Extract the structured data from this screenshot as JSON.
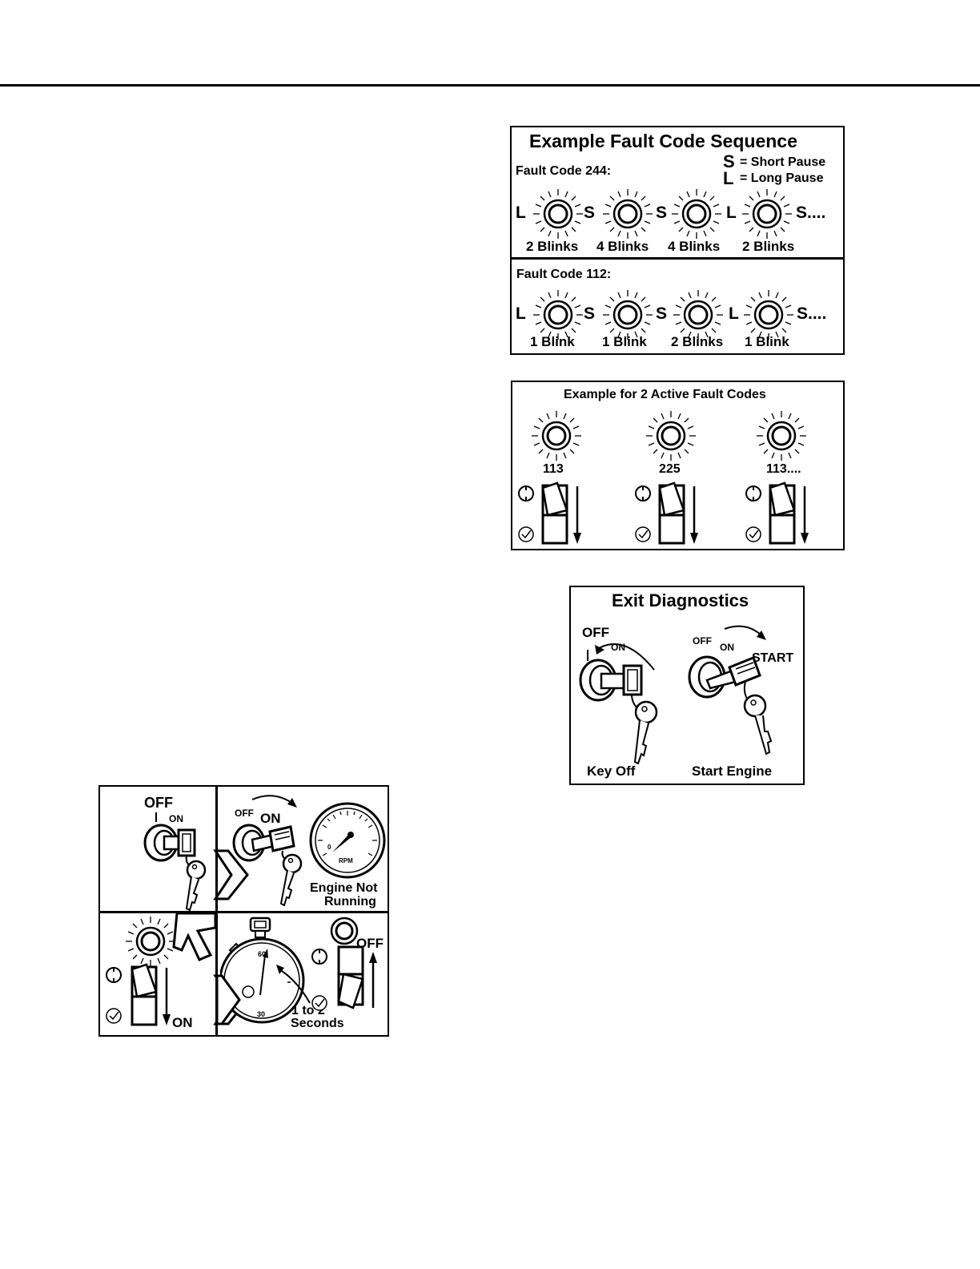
{
  "fault_sequence": {
    "title": "Example Fault Code Sequence",
    "legend": [
      {
        "letter": "S",
        "meaning": "= Short Pause"
      },
      {
        "letter": "L",
        "meaning": "= Long Pause"
      }
    ],
    "codes": [
      {
        "label": "Fault Code 244:",
        "markers": [
          "L",
          "S",
          "S",
          "L",
          "S...."
        ],
        "blinks": [
          "2 Blinks",
          "4 Blinks",
          "4 Blinks",
          "2 Blinks"
        ]
      },
      {
        "label": "Fault Code 112:",
        "markers": [
          "L",
          "S",
          "S",
          "L",
          "S...."
        ],
        "blinks": [
          "1 Blink",
          "1 Blink",
          "2 Blinks",
          "1 Blink"
        ]
      }
    ]
  },
  "active_codes": {
    "title": "Example for 2 Active Fault Codes",
    "codes": [
      "113",
      "225",
      "113...."
    ]
  },
  "exit_diagnostics": {
    "title": "Exit Diagnostics",
    "left": {
      "off": "OFF",
      "on": "ON",
      "caption": "Key Off"
    },
    "right": {
      "off": "OFF",
      "on": "ON",
      "start": "START",
      "caption": "Start Engine"
    }
  },
  "enter_diagnostics": {
    "step1": {
      "off": "OFF",
      "on": "ON"
    },
    "step2": {
      "off": "OFF",
      "on": "ON",
      "gauge_zero": "0",
      "gauge_unit": "RPM",
      "caption_line1": "Engine Not",
      "caption_line2": "Running"
    },
    "step3": {
      "switch_label": "ON"
    },
    "step4": {
      "dial_60": "60",
      "dial_30": "30",
      "caption_line1": "1 to 2",
      "caption_line2": "Seconds",
      "switch_label": "OFF"
    }
  }
}
